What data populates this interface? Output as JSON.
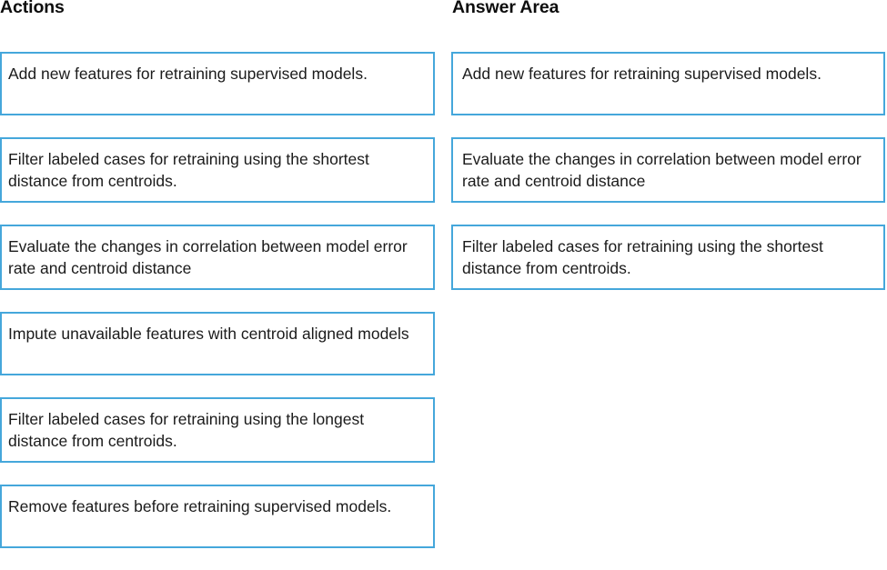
{
  "actions": {
    "header": "Actions",
    "items": [
      {
        "text": "Add new features for retraining supervised models."
      },
      {
        "text": "Filter labeled cases for retraining using the shortest distance from centroids."
      },
      {
        "text": "Evaluate the changes in correlation between model error rate and centroid distance"
      },
      {
        "text": "Impute unavailable features with centroid aligned models"
      },
      {
        "text": "Filter labeled cases for retraining using the longest distance from centroids."
      },
      {
        "text": "Remove features before retraining supervised models."
      }
    ]
  },
  "answer_area": {
    "header": "Answer Area",
    "items": [
      {
        "text": "Add new features for retraining supervised models."
      },
      {
        "text": "Evaluate the changes in correlation between model error rate and centroid distance"
      },
      {
        "text": "Filter labeled cases for retraining using the shortest distance from centroids."
      }
    ]
  },
  "colors": {
    "card_border": "#45a7db",
    "card_background": "#ffffff",
    "text": "#1b1b1b",
    "page_background": "#ffffff"
  }
}
